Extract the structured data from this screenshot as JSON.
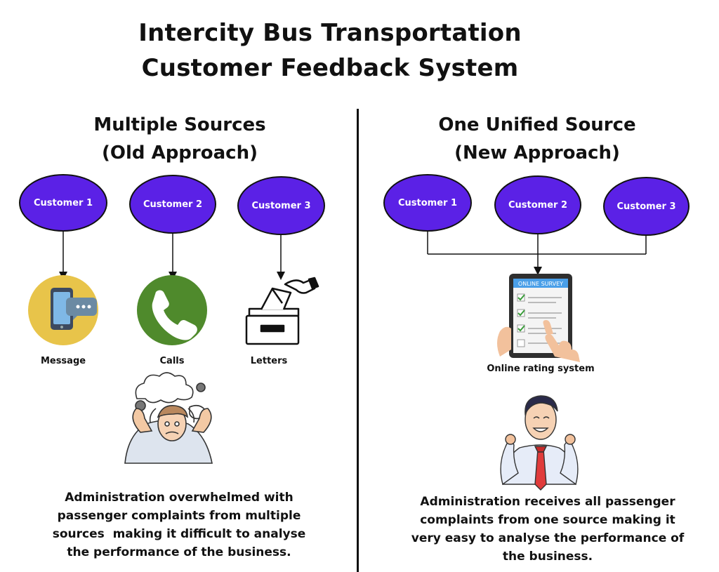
{
  "title": {
    "line1": "Intercity Bus Transportation",
    "line2": "Customer Feedback System"
  },
  "left": {
    "heading_line1": "Multiple Sources",
    "heading_line2": "(Old Approach)",
    "customers": [
      "Customer 1",
      "Customer 2",
      "Customer 3"
    ],
    "channels": [
      "Message",
      "Calls",
      "Letters"
    ],
    "description": [
      "Administration overwhelmed with",
      "passenger complaints from multiple",
      "sources  making it difficult to analyse",
      "the performance of the business."
    ]
  },
  "right": {
    "heading_line1": "One Unified Source",
    "heading_line2": "(New Approach)",
    "customers": [
      "Customer 1",
      "Customer 2",
      "Customer 3"
    ],
    "tablet_header": "ONLINE SURVEY",
    "channel": "Online rating system",
    "description": [
      "Administration receives all passenger",
      "complaints from one source making it",
      "very easy to analyse the performance of",
      "the business."
    ]
  },
  "colors": {
    "node_fill": "#5b21e6",
    "message_bg": "#e8c44a",
    "calls_bg": "#4f8a2c",
    "survey_header": "#4a9fe8",
    "check": "#3a9d3a"
  },
  "icons": [
    "phone-message-icon",
    "phone-call-icon",
    "ballot-box-icon",
    "tablet-survey-icon",
    "stressed-person-icon",
    "happy-person-icon"
  ]
}
